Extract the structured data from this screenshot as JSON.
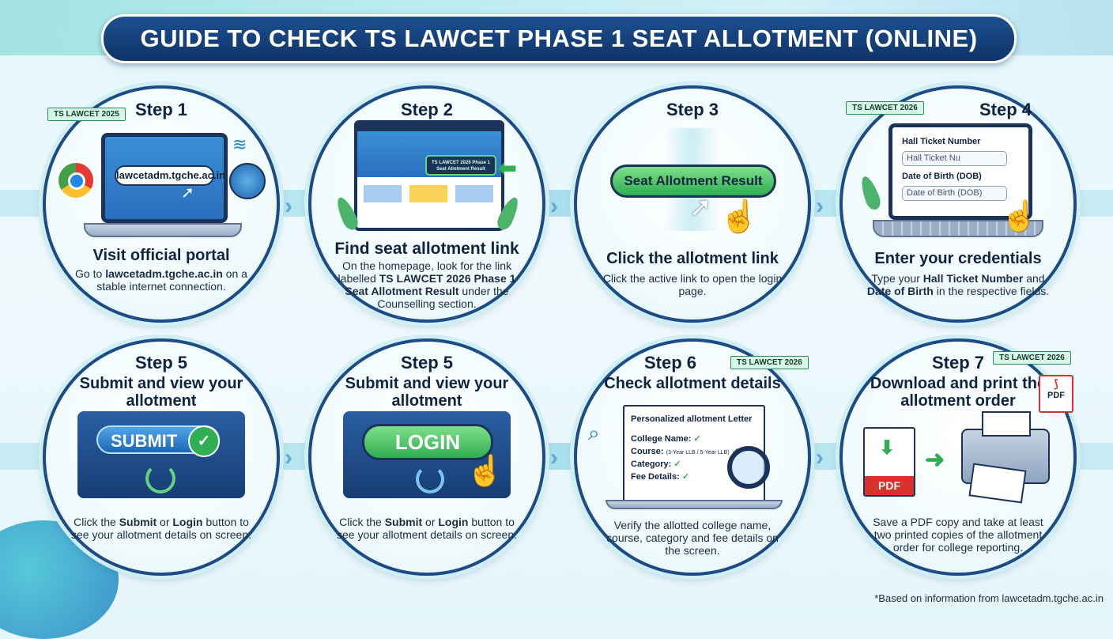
{
  "title": "GUIDE TO CHECK TS LAWCET PHASE 1 SEAT ALLOTMENT (ONLINE)",
  "badge_2025": "TS LAWCET 2025",
  "badge_2026": "TS LAWCET 2026",
  "steps": [
    {
      "step": "Step 1",
      "heading": "Visit official portal",
      "desc_pre": "Go to ",
      "desc_bold": "lawcetadm.tgche.ac.in",
      "desc_post": " on a stable internet connection.",
      "url": "lawcetadm.tgche.ac.in"
    },
    {
      "step": "Step 2",
      "heading": "Find seat allotment link",
      "desc_pre": "On the homepage, look for the link labelled ",
      "desc_bold": "TS LAWCET 2026 Phase 1 Seat Allotment Result",
      "desc_post": " under the Counselling section.",
      "link_box": "TS LAWCET 2026 Phase 1 Seat Allotment Result"
    },
    {
      "step": "Step 3",
      "heading": "Click the allotment link",
      "desc": "Click the active link to open the login page.",
      "button": "Seat Allotment Result"
    },
    {
      "step": "Step 4",
      "heading": "Enter your credentials",
      "desc_pre": "Type your ",
      "desc_bold1": "Hall Ticket Number",
      "desc_mid": " and ",
      "desc_bold2": "Date of Birth",
      "desc_post": " in the respective fields.",
      "field1_label": "Hall Ticket Number",
      "field1_value": "Hall Ticket Nu",
      "field2_label": "Date of Birth (DOB)",
      "field2_value": "Date of Birth (DOB)"
    },
    {
      "step": "Step 5",
      "heading": "Submit and view your allotment",
      "desc_pre": "Click the ",
      "desc_bold1": "Submit",
      "desc_mid": " or ",
      "desc_bold2": "Login",
      "desc_post": " button to see your allotment details on screen.",
      "button": "SUBMIT"
    },
    {
      "step": "Step 5",
      "heading": "Submit and view your allotment",
      "desc_pre": "Click the ",
      "desc_bold1": "Submit",
      "desc_mid": " or ",
      "desc_bold2": "Login",
      "desc_post": " button to see your allotment details on screen.",
      "button": "LOGIN"
    },
    {
      "step": "Step 6",
      "heading": "Check allotment details",
      "desc": "Verify the allotted college name, course, category and fee details on the screen.",
      "letter_title": "Personalized allotment Letter",
      "college": "College Name:",
      "course": "Course:",
      "course_note": "(3-Year LLB / 5-Year LLB)",
      "category": "Category:",
      "fee": "Fee Details:"
    },
    {
      "step": "Step 7",
      "heading": "Download and print the allotment order",
      "desc": "Save a PDF copy and take at least two printed copies of the allotment order for college reporting.",
      "pdf": "PDF"
    }
  ],
  "footnote": "*Based on information from lawcetadm.tgche.ac.in",
  "colors": {
    "navy": "#1c4f8f",
    "green": "#2fae52",
    "ring": "#1d4b86"
  }
}
